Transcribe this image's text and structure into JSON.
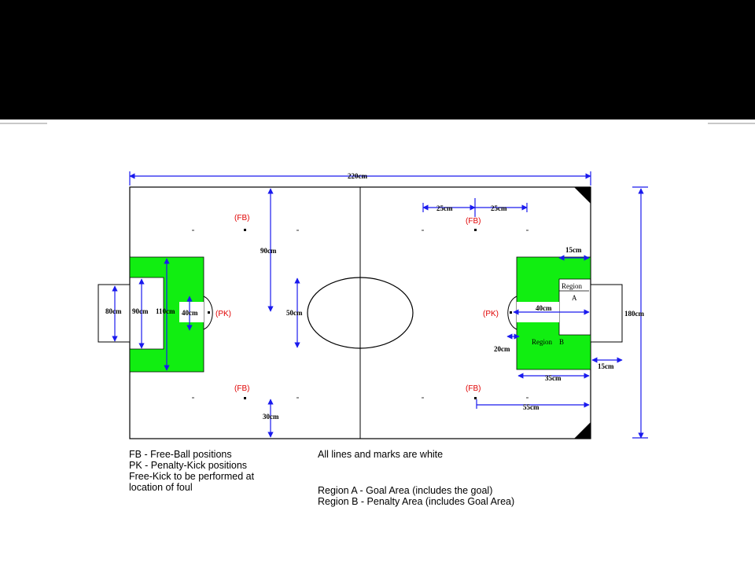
{
  "dimensions": {
    "length": "220cm",
    "width": "180cm",
    "outer_goal_width": "80cm",
    "goal_area_width": "90cm",
    "penalty_area_width": "110cm",
    "pk_offset": "40cm",
    "fb_spacing_left": "25cm",
    "fb_spacing_right": "25cm",
    "fb_depth": "90cm",
    "circle_diameter": "50cm",
    "fb_bottom_offset": "30cm",
    "region_a_margin": "15cm",
    "pk_right_offset": "40cm",
    "pk_mark_offset": "20cm",
    "goal_depth": "15cm",
    "penalty_depth": "35cm",
    "fb_right_distance": "55cm"
  },
  "labels": {
    "fb": "(FB)",
    "pk": "(PK)",
    "region_a_title": "Region",
    "region_a_letter": "A",
    "region_b_title": "Region",
    "region_b_letter": "B"
  },
  "legend": {
    "left": [
      "FB - Free-Ball positions",
      "PK - Penalty-Kick positions",
      "Free-Kick to be performed at",
      "location of foul"
    ],
    "right_top": "All lines and marks are white",
    "right_bottom": [
      "Region A - Goal Area (includes the goal)",
      "Region B - Penalty Area (includes Goal Area)"
    ]
  },
  "colors": {
    "field_zone": "#11ee11",
    "dimension_line": "#1a1aee",
    "annotation": "#e00000",
    "top_band": "#000000"
  }
}
